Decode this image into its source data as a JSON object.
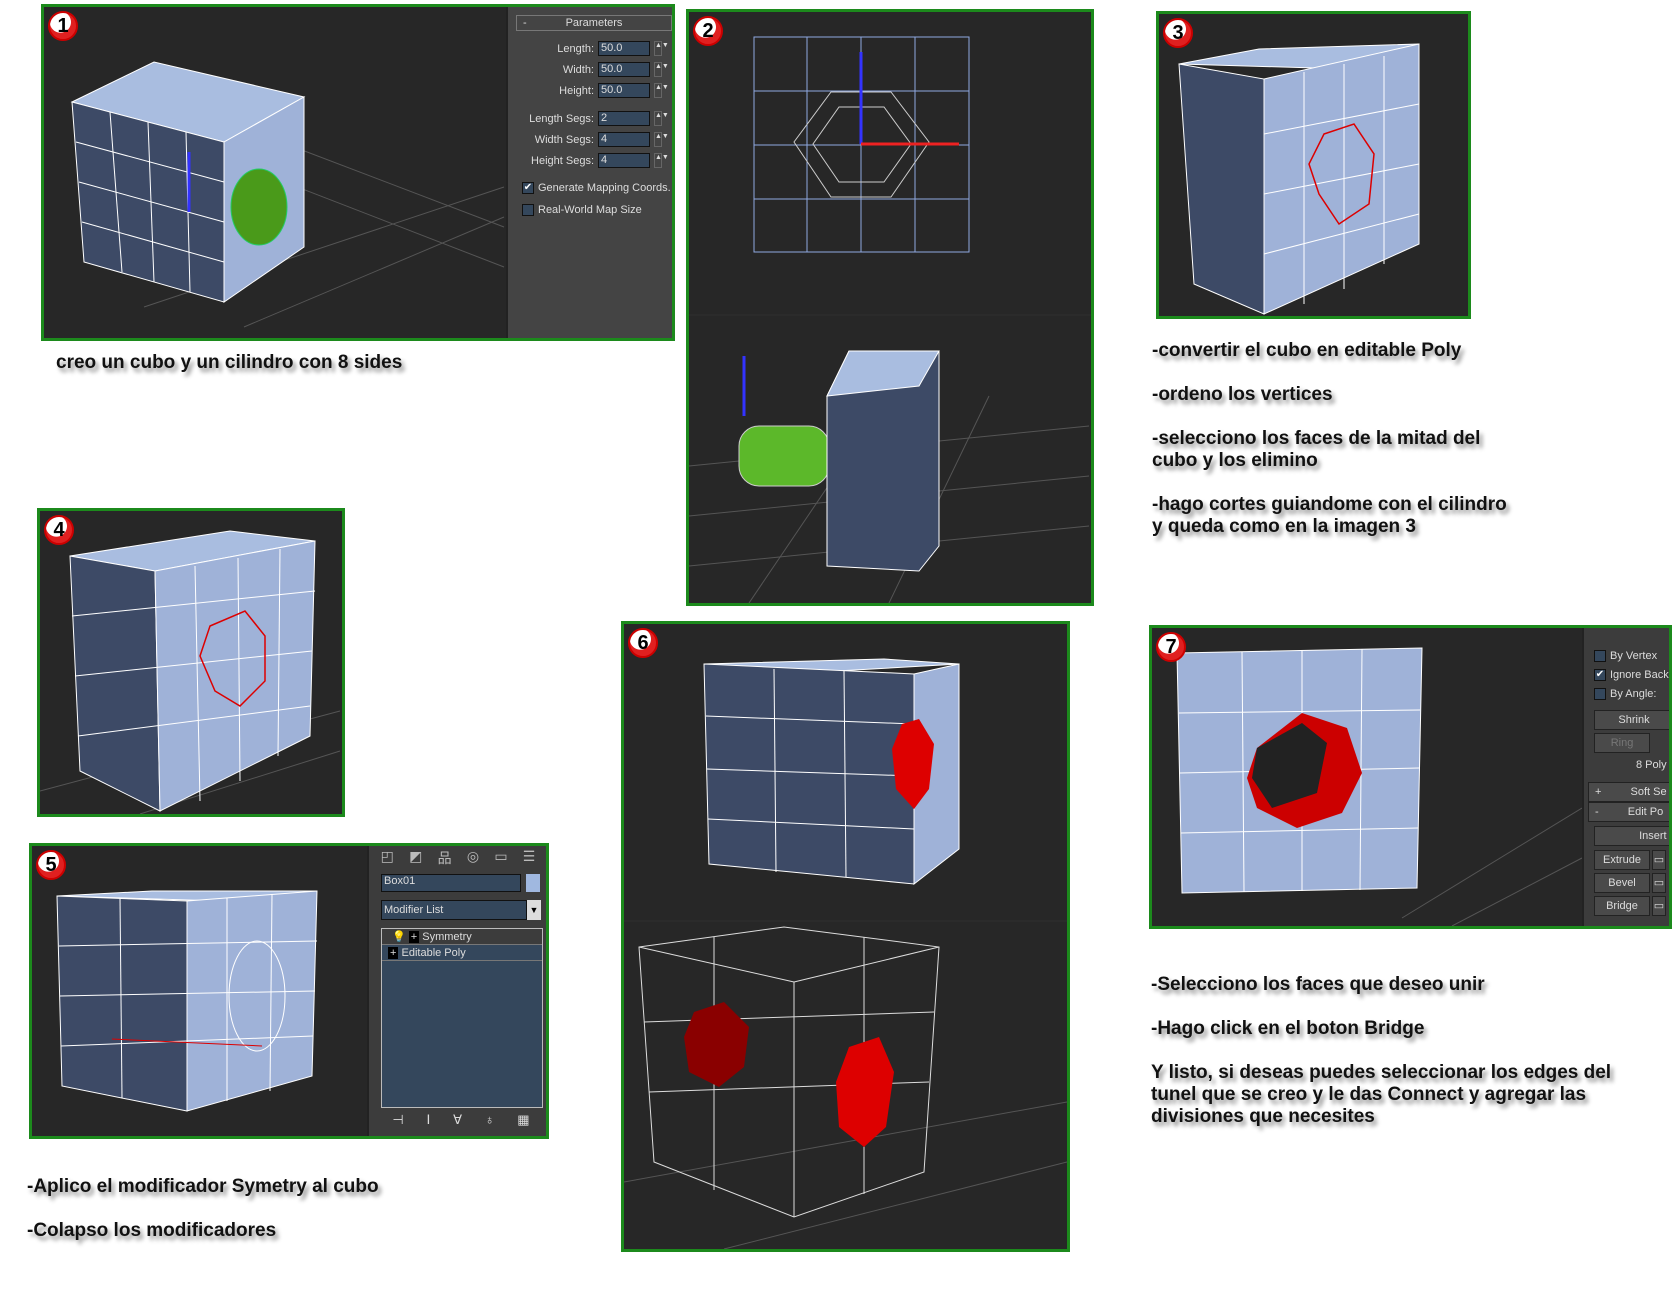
{
  "steps": [
    {
      "number": "1",
      "caption": "creo un cubo y un cilindro con 8 sides"
    },
    {
      "number": "2"
    },
    {
      "number": "3",
      "caption_lines": [
        "-convertir el cubo en editable Poly",
        "-ordeno los vertices",
        "-selecciono los faces de la mitad del",
        "cubo y los elimino",
        "-hago cortes guiandome con el cilindro",
        "y queda como en la imagen 3"
      ]
    },
    {
      "number": "4"
    },
    {
      "number": "5",
      "caption_lines": [
        "-Aplico el modificador Symetry al cubo",
        "-Colapso los modificadores"
      ]
    },
    {
      "number": "6"
    },
    {
      "number": "7",
      "caption_lines": [
        "-Selecciono los faces que deseo unir",
        "-Hago click en el boton Bridge",
        "Y listo, si deseas puedes seleccionar los edges del",
        "tunel que se creo y le das Connect y agregar las",
        "divisiones que necesites"
      ]
    }
  ],
  "parameters": {
    "title": "Parameters",
    "collapse": "-",
    "fields": [
      {
        "label": "Length:",
        "value": "50.0"
      },
      {
        "label": "Width:",
        "value": "50.0"
      },
      {
        "label": "Height:",
        "value": "50.0"
      },
      {
        "label": "Length Segs:",
        "value": "2"
      },
      {
        "label": "Width Segs:",
        "value": "4"
      },
      {
        "label": "Height Segs:",
        "value": "4"
      }
    ],
    "generate_mapping": "Generate Mapping Coords.",
    "real_world": "Real-World Map Size"
  },
  "modifier_panel": {
    "object_name": "Box01",
    "modifier_list": "Modifier List",
    "stack": [
      "Symmetry",
      "Editable Poly"
    ],
    "object_color": "#a0b8e0"
  },
  "edit_poly_panel": {
    "by_vertex": "By Vertex",
    "ignore_back": "Ignore Back",
    "by_angle": "By Angle:",
    "shrink": "Shrink",
    "ring": "Ring",
    "selection_count": "8 Poly",
    "soft_selection": "Soft Se",
    "soft_toggle": "+",
    "edit_poly": "Edit Po",
    "edit_toggle": "-",
    "insert": "Insert V",
    "extrude": "Extrude",
    "bevel": "Bevel",
    "bridge": "Bridge"
  },
  "colors": {
    "frame": "#1c8a1c",
    "mesh": "#9fb2d8",
    "selection": "#cc0000",
    "cylinder": "#4a9a1a"
  }
}
